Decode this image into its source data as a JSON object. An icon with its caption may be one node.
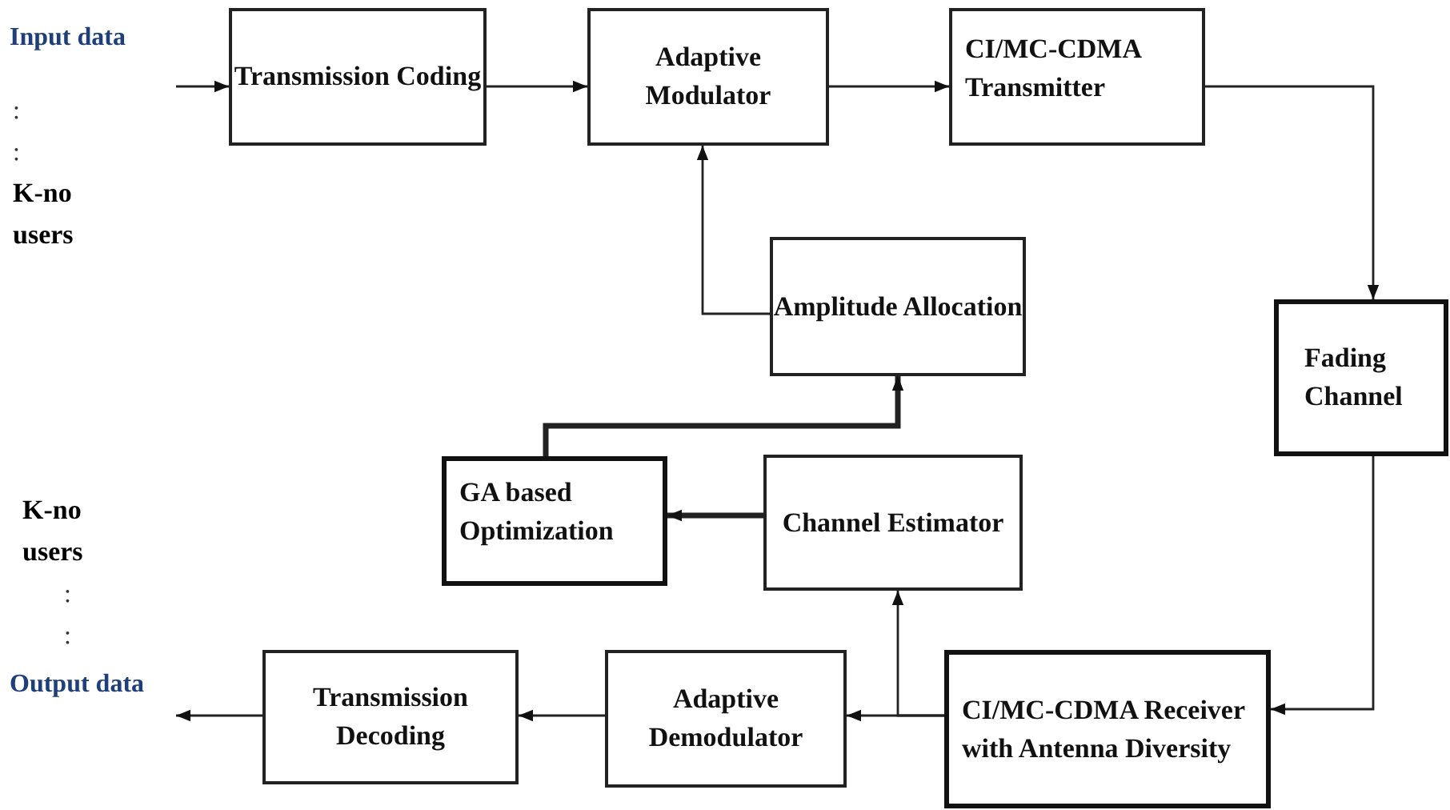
{
  "diagram": {
    "nodes": [
      {
        "text": [
          "Transmission Coding"
        ]
      },
      {
        "text": [
          "Adaptive Modulator"
        ]
      },
      {
        "text": [
          "CI/MC-CDMA Transmitter"
        ]
      },
      {
        "text": [
          "Amplitude Allocation"
        ]
      },
      {
        "text": [
          "Fading Channel"
        ]
      },
      {
        "text": [
          "GA based Optimization"
        ]
      },
      {
        "text": [
          "Channel Estimator"
        ]
      },
      {
        "text": [
          "Transmission Decoding"
        ]
      },
      {
        "text": [
          "Adaptive Demodulator"
        ]
      },
      {
        "text": [
          "CI/MC-CDMA Receiver with Antenna Diversity"
        ]
      },
      {
        "text": [
          "Input data"
        ]
      },
      {
        "text": [
          "Output data"
        ]
      }
    ],
    "edges": [
      {
        "from": 10,
        "to": 0,
        "arrow": "to"
      },
      {
        "from": 0,
        "to": 1,
        "arrow": "to"
      },
      {
        "from": 1,
        "to": 2,
        "arrow": "to"
      },
      {
        "from": 2,
        "to": 4,
        "arrow": "to"
      },
      {
        "from": 4,
        "to": 9,
        "arrow": "to"
      },
      {
        "from": 9,
        "to": 8,
        "arrow": "to"
      },
      {
        "from": 9,
        "to": 6,
        "arrow": "to"
      },
      {
        "from": 6,
        "to": 5,
        "arrow": "to",
        "style": "thick"
      },
      {
        "from": 5,
        "to": 3,
        "arrow": "to",
        "style": "thick"
      },
      {
        "from": 3,
        "to": 1,
        "arrow": "to"
      },
      {
        "from": 8,
        "to": 7,
        "arrow": "to"
      },
      {
        "from": 7,
        "to": 11,
        "arrow": "to"
      }
    ],
    "labels": [
      ":",
      ":",
      "K-no users",
      "K-no users",
      ":",
      ":"
    ]
  }
}
